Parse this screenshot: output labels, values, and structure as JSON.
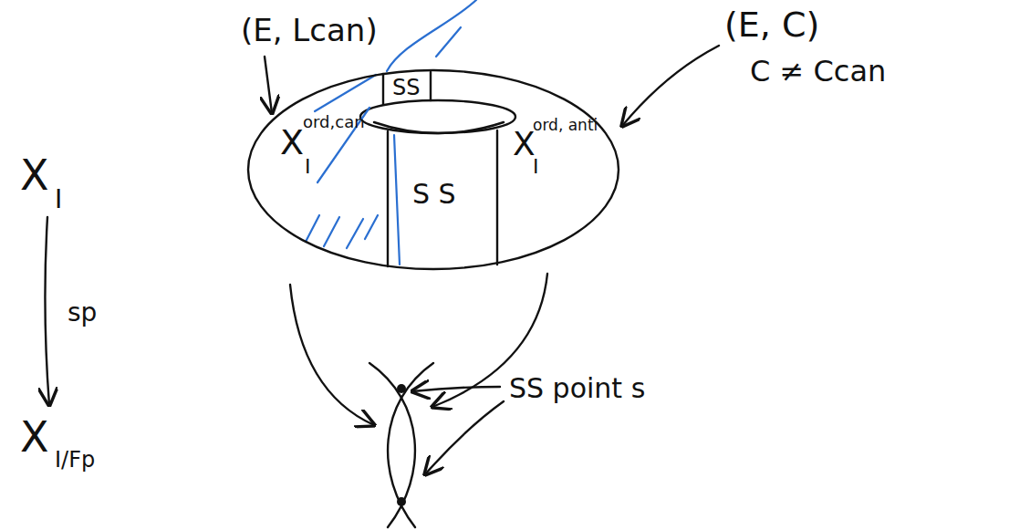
{
  "diagram": {
    "nodes": [
      {
        "text": [
          "X",
          "ord,can",
          "I",
          "SS",
          "S S",
          "X",
          "ord, anti",
          "I"
        ]
      }
    ],
    "labels": [
      "(E, Lcan)",
      "(E, C)",
      "C ≠ Ccan",
      "X",
      "I",
      "sp",
      "X",
      "I/Fp",
      "SS point s"
    ]
  }
}
